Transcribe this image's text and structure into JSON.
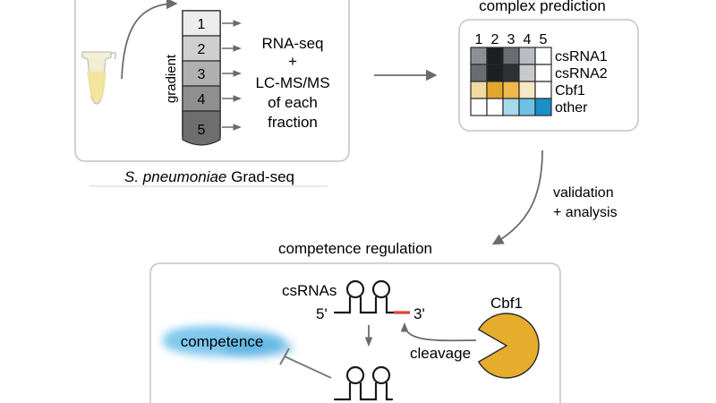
{
  "gradseq": {
    "caption_italic": "S. pneumoniae",
    "caption_rest": " Grad-seq",
    "gradient_label": "gradient",
    "fractions": [
      "1",
      "2",
      "3",
      "4",
      "5"
    ],
    "method_lines": [
      "RNA-seq",
      "+",
      "LC-MS/MS",
      "of each",
      "fraction"
    ]
  },
  "prediction": {
    "title": "complex prediction",
    "columns": [
      "1",
      "2",
      "3",
      "4",
      "5"
    ],
    "rows": [
      {
        "label": "csRNA1",
        "colors": [
          "#8c8f94",
          "#1c1f24",
          "#6a6d72",
          "#b9bcc0",
          "#ffffff"
        ]
      },
      {
        "label": "csRNA2",
        "colors": [
          "#6a6d72",
          "#1c1f24",
          "#2e3136",
          "#c8cacd",
          "#ffffff"
        ]
      },
      {
        "label": "Cbf1",
        "colors": [
          "#f3d9a0",
          "#e3a829",
          "#eeb84a",
          "#f8e7c4",
          "#ffffff"
        ]
      },
      {
        "label": "other",
        "colors": [
          "#ffffff",
          "#ffffff",
          "#a8d8ec",
          "#6cc2e4",
          "#1c8fc8"
        ]
      }
    ]
  },
  "validation": {
    "lines": [
      "validation",
      "+ analysis"
    ]
  },
  "competence": {
    "title": "competence regulation",
    "csrnas_label": "csRNAs",
    "five_prime": "5'",
    "three_prime": "3'",
    "cbf1_label": "Cbf1",
    "cleavage_label": "cleavage",
    "competence_label": "competence"
  },
  "colors": {
    "box_border": "#bdbdbd",
    "arrow": "#6b6b6b",
    "cbf1_fill": "#e6ad2c",
    "cleavage_red": "#e0452a",
    "competence_cloud": "#5fb6e6"
  }
}
